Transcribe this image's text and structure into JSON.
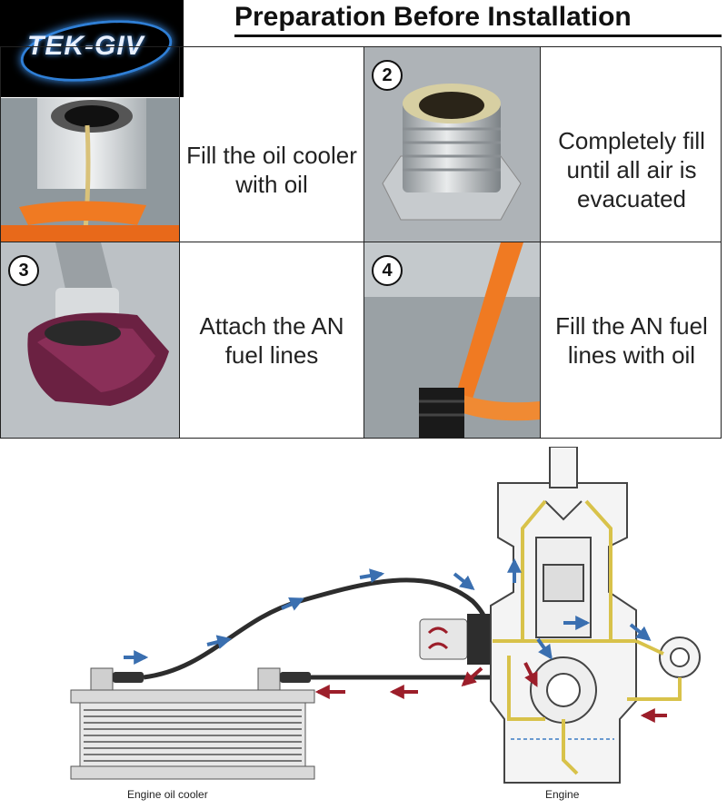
{
  "brand": {
    "logo_text": "TEK-GIV"
  },
  "title": "Preparation Before Installation",
  "steps": [
    {
      "number": "",
      "caption": "Fill the oil cooler with oil"
    },
    {
      "number": "2",
      "caption": "Completely fill until all air is evacuated"
    },
    {
      "number": "3",
      "caption": "Attach the AN fuel lines"
    },
    {
      "number": "4",
      "caption": "Fill the AN fuel lines with oil"
    }
  ],
  "diagram": {
    "labels": {
      "cooler": "Engine oil cooler",
      "engine": "Engine"
    },
    "colors": {
      "flow_out": "#3a6fb0",
      "flow_return": "#9c1e2a",
      "oil_path": "#d8c24a"
    }
  }
}
